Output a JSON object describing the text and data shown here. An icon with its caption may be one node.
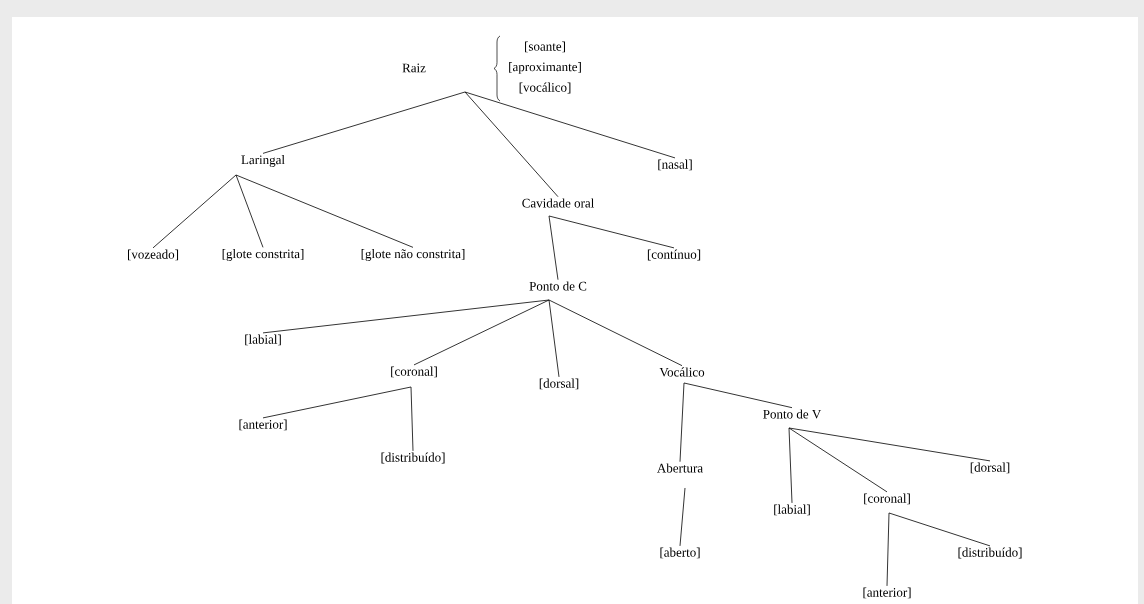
{
  "diagram": {
    "nodes": [
      {
        "text": [
          "Raiz"
        ]
      },
      {
        "text": [
          "Laringal"
        ]
      },
      {
        "text": [
          "Cavidade oral"
        ]
      },
      {
        "text": [
          "[nasal]"
        ]
      },
      {
        "text": [
          "[vozeado]"
        ]
      },
      {
        "text": [
          "[glote constrita]"
        ]
      },
      {
        "text": [
          "[glote não constrita]"
        ]
      },
      {
        "text": [
          "Ponto de C"
        ]
      },
      {
        "text": [
          "[contínuo]"
        ]
      },
      {
        "text": [
          "[labial]"
        ]
      },
      {
        "text": [
          "[coronal]"
        ]
      },
      {
        "text": [
          "[dorsal]"
        ]
      },
      {
        "text": [
          "Vocálico"
        ]
      },
      {
        "text": [
          "[anterior]"
        ]
      },
      {
        "text": [
          "[distribuído]"
        ]
      },
      {
        "text": [
          "Abertura"
        ]
      },
      {
        "text": [
          "Ponto de V"
        ]
      },
      {
        "text": [
          "[aberto]"
        ]
      },
      {
        "text": [
          "[labial]"
        ]
      },
      {
        "text": [
          "[coronal]"
        ]
      },
      {
        "text": [
          "[dorsal]"
        ]
      },
      {
        "text": [
          "[anterior]"
        ]
      },
      {
        "text": [
          "[distribuído]"
        ]
      }
    ],
    "edges": [
      {
        "from": 0,
        "to": 1,
        "arrow": "none"
      },
      {
        "from": 0,
        "to": 2,
        "arrow": "none"
      },
      {
        "from": 0,
        "to": 3,
        "arrow": "none"
      },
      {
        "from": 1,
        "to": 4,
        "arrow": "none"
      },
      {
        "from": 1,
        "to": 5,
        "arrow": "none"
      },
      {
        "from": 1,
        "to": 6,
        "arrow": "none"
      },
      {
        "from": 2,
        "to": 7,
        "arrow": "none"
      },
      {
        "from": 2,
        "to": 8,
        "arrow": "none"
      },
      {
        "from": 7,
        "to": 9,
        "arrow": "none"
      },
      {
        "from": 7,
        "to": 10,
        "arrow": "none"
      },
      {
        "from": 7,
        "to": 11,
        "arrow": "none"
      },
      {
        "from": 7,
        "to": 12,
        "arrow": "none"
      },
      {
        "from": 10,
        "to": 13,
        "arrow": "none"
      },
      {
        "from": 10,
        "to": 14,
        "arrow": "none"
      },
      {
        "from": 12,
        "to": 15,
        "arrow": "none"
      },
      {
        "from": 12,
        "to": 16,
        "arrow": "none"
      },
      {
        "from": 15,
        "to": 17,
        "arrow": "none"
      },
      {
        "from": 16,
        "to": 18,
        "arrow": "none"
      },
      {
        "from": 16,
        "to": 19,
        "arrow": "none"
      },
      {
        "from": 16,
        "to": 20,
        "arrow": "none"
      },
      {
        "from": 19,
        "to": 21,
        "arrow": "none"
      },
      {
        "from": 19,
        "to": 22,
        "arrow": "none"
      }
    ],
    "labels": [
      "[soante]",
      "[aproximante]",
      "[vocálico]"
    ]
  }
}
